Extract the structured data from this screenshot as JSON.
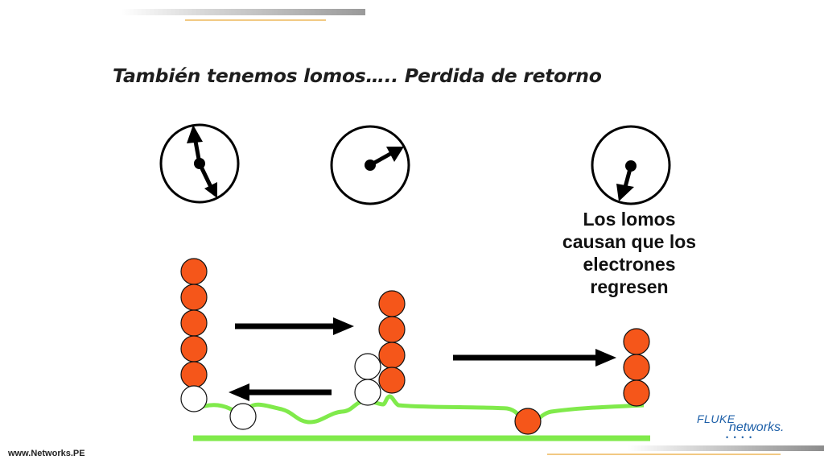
{
  "title": "También tenemos lomos….. Perdida de retorno",
  "caption": {
    "line1": "Los lomos",
    "line2": "causan que los",
    "line3": "electrones",
    "line4": "regresen"
  },
  "footer": {
    "url": "www.Networks.PE"
  },
  "logo": {
    "top": "FLUKE",
    "bottom": "networks."
  },
  "colors": {
    "electron": "#f5561a",
    "reflected_electron": "#ffffff",
    "line": "#80ea4b",
    "arrow": "#000000"
  }
}
